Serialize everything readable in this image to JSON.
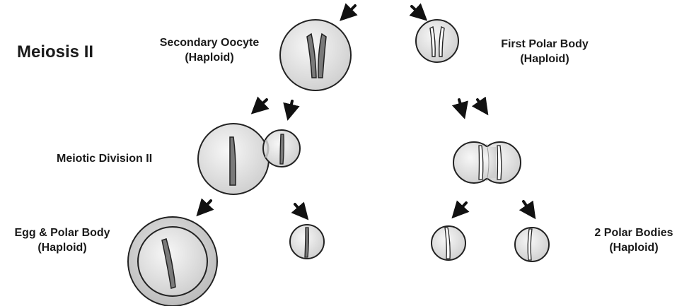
{
  "title": "Meiosis II",
  "labels": {
    "secondary_oocyte": "Secondary Oocyte",
    "secondary_oocyte_sub": "(Haploid)",
    "first_polar_body": "First Polar Body",
    "first_polar_body_sub": "(Haploid)",
    "meiotic_division": "Meiotic Division II",
    "egg_polar_body": "Egg & Polar Body",
    "egg_polar_body_sub": "(Haploid)",
    "two_polar_bodies": "2 Polar Bodies",
    "two_polar_bodies_sub": "(Haploid)"
  },
  "colors": {
    "cell_fill": "#e6e6e6",
    "cell_stroke": "#222222",
    "chromatid_dark": "#7a7a7a",
    "chromatid_light": "#ffffff",
    "arrow": "#111111"
  }
}
